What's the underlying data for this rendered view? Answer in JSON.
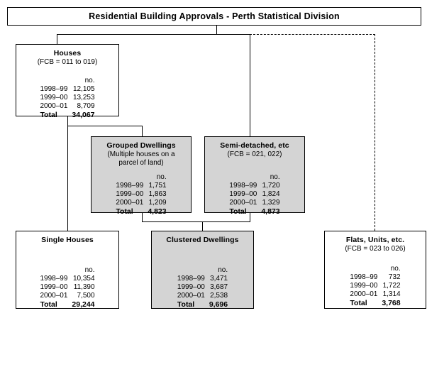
{
  "title": {
    "text": "Residential Building Approvals - Perth Statistical Division"
  },
  "unit_label": "no.",
  "total_label": "Total",
  "years": [
    "1998–99",
    "1999–00",
    "2000–01"
  ],
  "nodes": {
    "houses": {
      "name": "Houses",
      "sub": "(FCB = 011 to 019)",
      "unit": "no.",
      "values": [
        "12,105",
        "13,253",
        "8,709"
      ],
      "total_label": "Total",
      "total": "34,067"
    },
    "grouped_dwellings": {
      "name": "Grouped Dwellings",
      "sub_line1": "(Multiple houses on a",
      "sub_line2": "parcel of land)",
      "unit": "no.",
      "values": [
        "1,751",
        "1,863",
        "1,209"
      ],
      "total_label": "Total",
      "total": "4,823"
    },
    "semi_detached": {
      "name": "Semi-detached, etc",
      "sub": "(FCB = 021, 022)",
      "unit": "no.",
      "values": [
        "1,720",
        "1,824",
        "1,329"
      ],
      "total_label": "Total",
      "total": "4,873"
    },
    "single_houses": {
      "name": "Single Houses",
      "unit": "no.",
      "values": [
        "10,354",
        "11,390",
        "7,500"
      ],
      "total_label": "Total",
      "total": "29,244"
    },
    "clustered_dwellings": {
      "name": "Clustered Dwellings",
      "unit": "no.",
      "values": [
        "3,471",
        "3,687",
        "2,538"
      ],
      "total_label": "Total",
      "total": "9,696"
    },
    "flats": {
      "name": "Flats, Units, etc.",
      "sub": "(FCB = 023 to 026)",
      "unit": "no.",
      "values": [
        "732",
        "1,722",
        "1,314"
      ],
      "total_label": "Total",
      "total": "3,768"
    }
  },
  "colors": {
    "line": "#000000",
    "shaded_fill": "#d4d4d4",
    "plain_fill": "#ffffff"
  }
}
